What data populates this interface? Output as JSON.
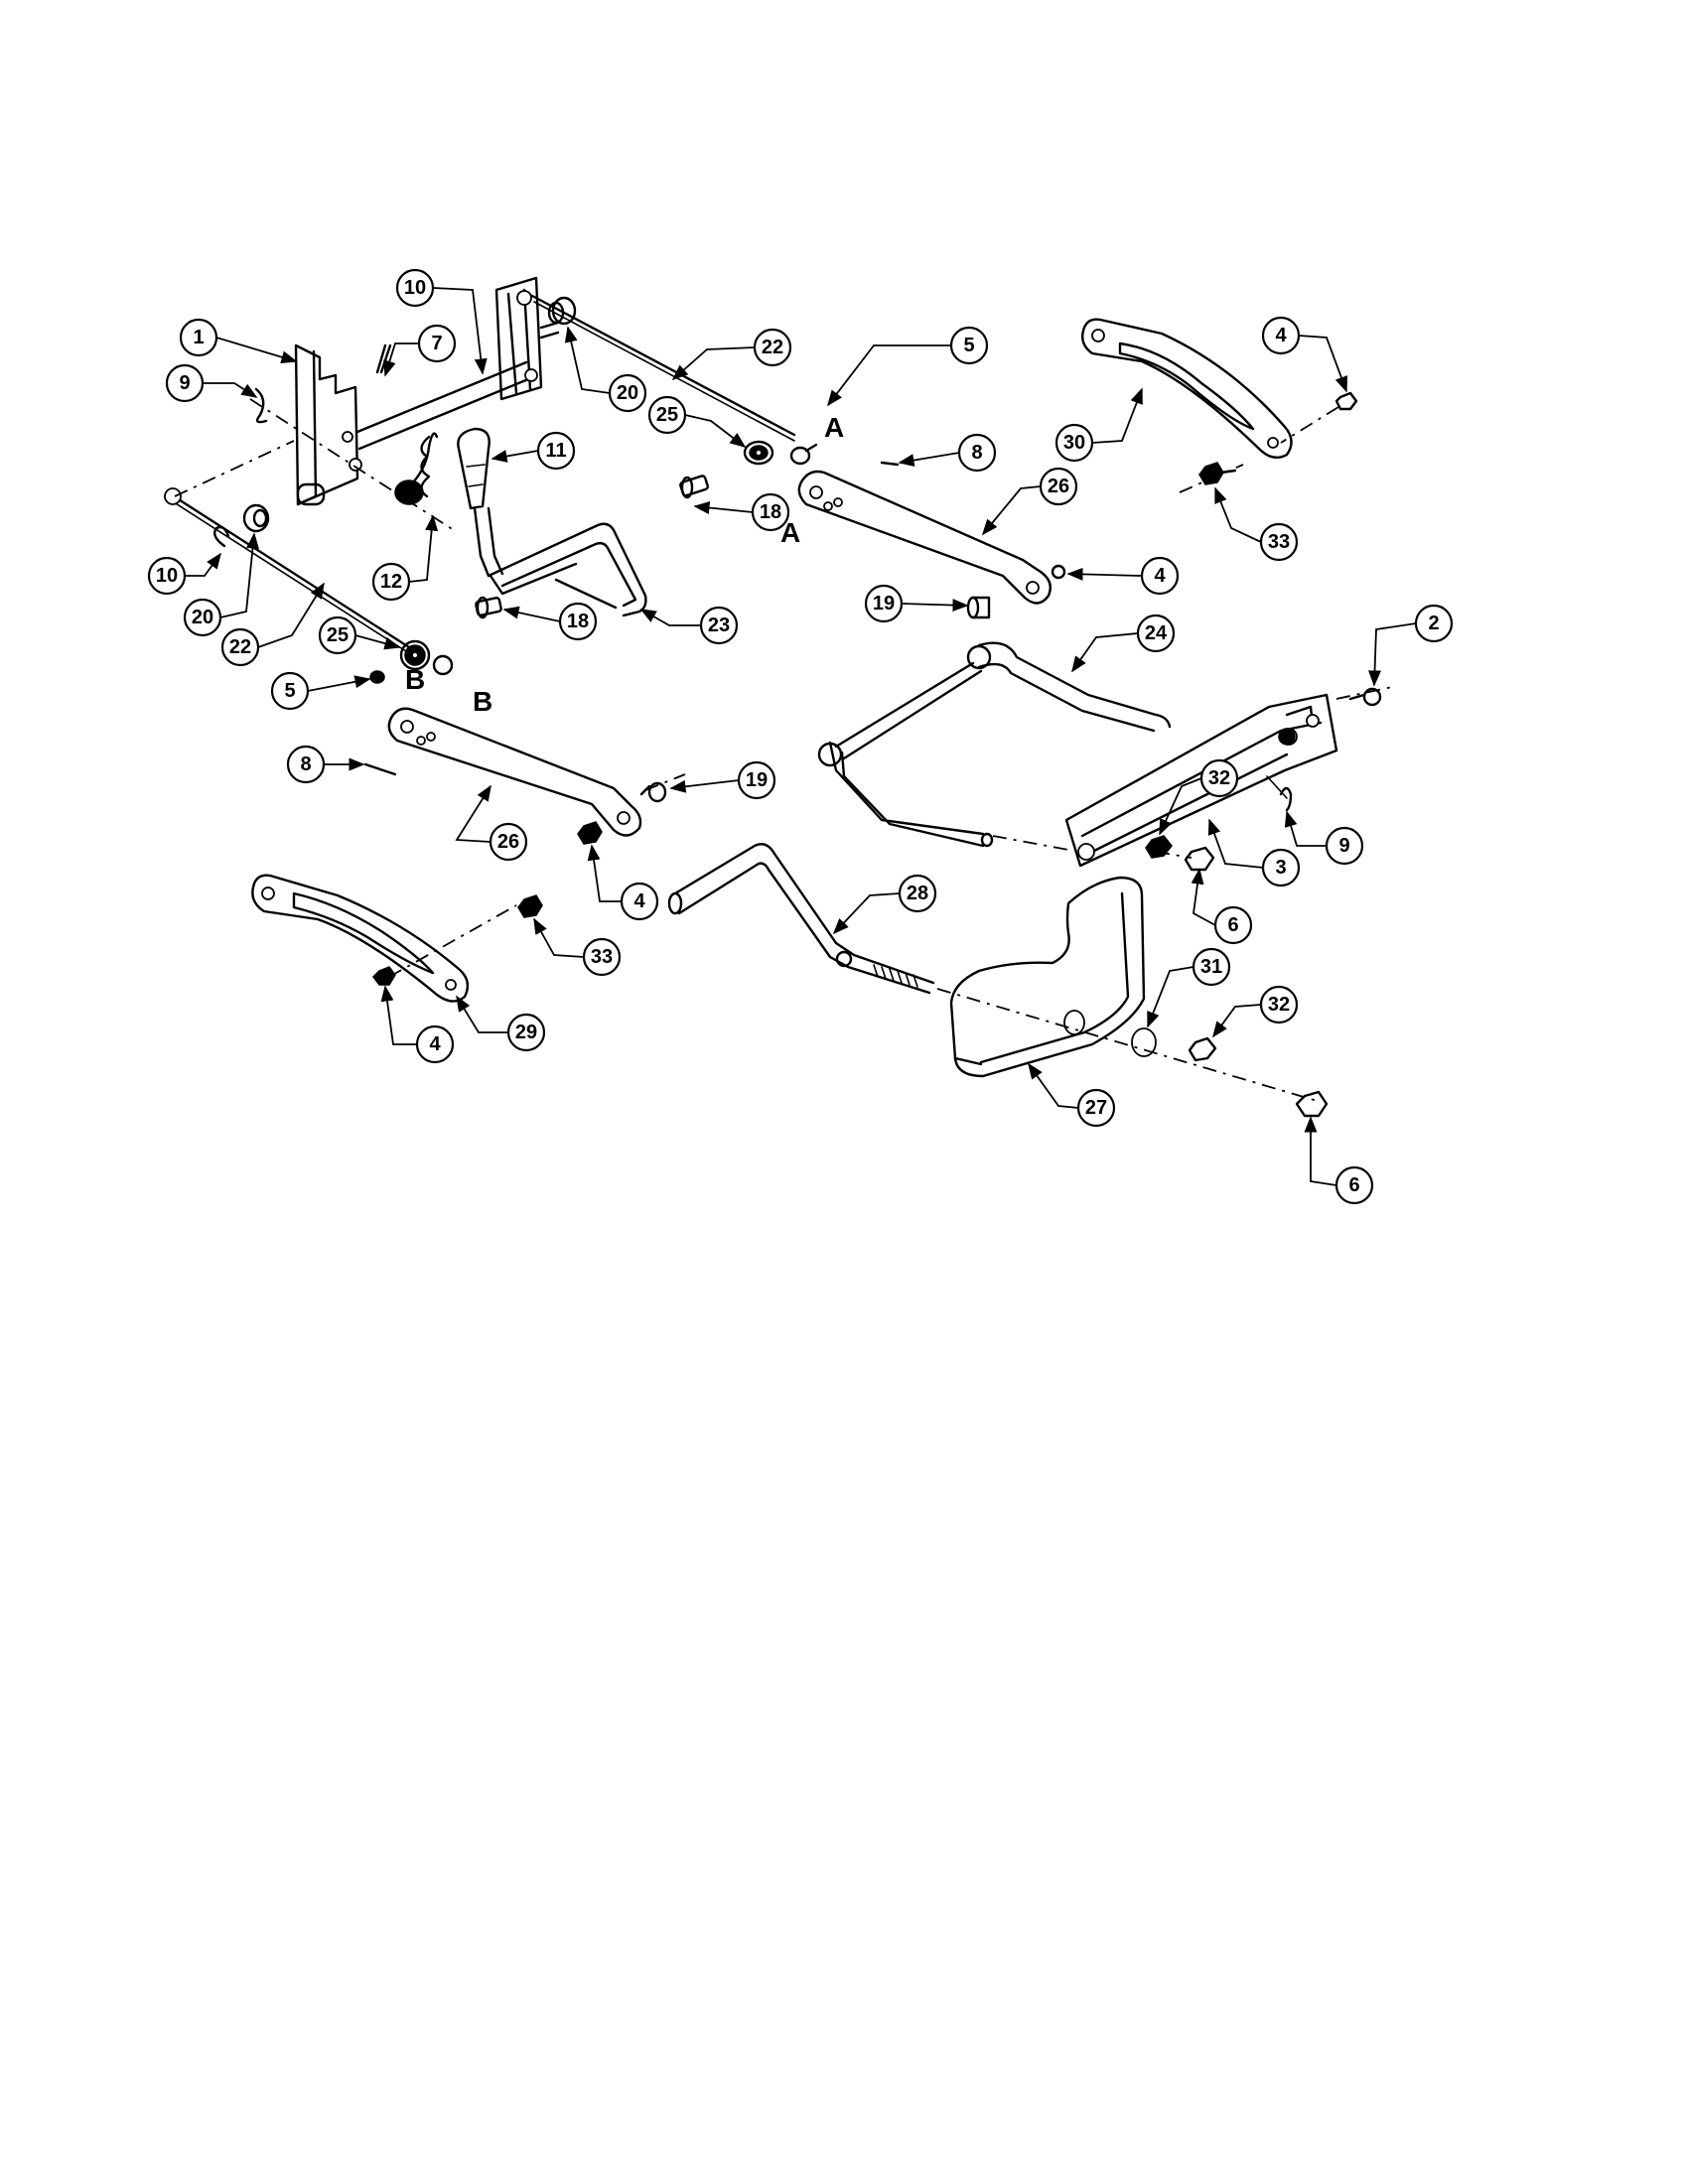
{
  "callouts": [
    "1",
    "2",
    "3",
    "4",
    "5",
    "6",
    "7",
    "8",
    "9",
    "10",
    "11",
    "12",
    "18",
    "19",
    "20",
    "22",
    "23",
    "24",
    "25",
    "26",
    "27",
    "28",
    "29",
    "30",
    "31",
    "32",
    "33"
  ],
  "letters": [
    "A",
    "B"
  ]
}
